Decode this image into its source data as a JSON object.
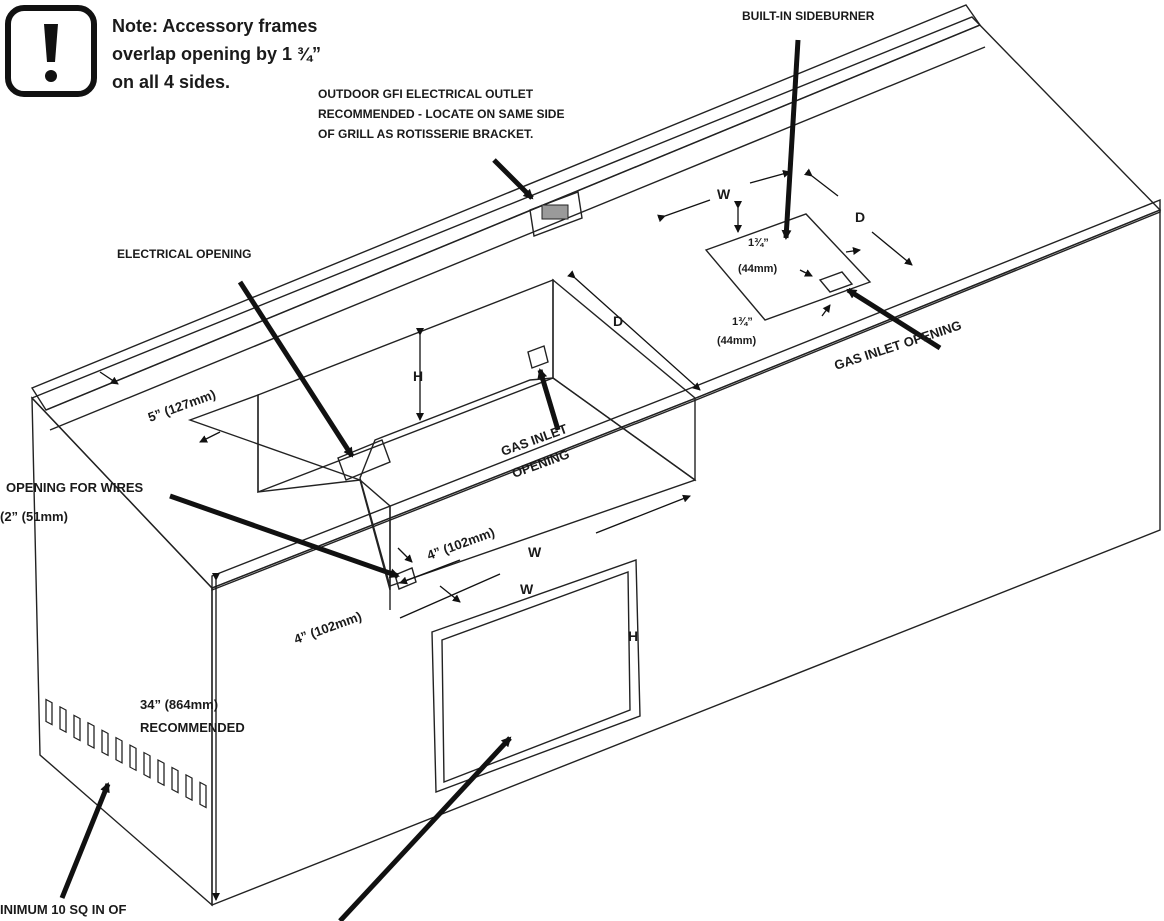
{
  "note": {
    "icon": "exclamation-icon",
    "line1": "Note: Accessory frames",
    "line2": "overlap opening by 1 ¾”",
    "line3": "on all 4 sides."
  },
  "labels": {
    "outlet_line1": "OUTDOOR GFI ELECTRICAL OUTLET",
    "outlet_line2": "RECOMMENDED - LOCATE ON SAME SIDE",
    "outlet_line3": "OF GRILL AS ROTISSERIE BRACKET.",
    "sideburner": "BUILT-IN SIDEBURNER",
    "electrical_opening": "ELECTRICAL OPENING",
    "gas_inlet_main_1": "GAS INLET",
    "gas_inlet_main_2": "OPENING",
    "gas_inlet_side": "GAS INLET OPENING",
    "wires_1": "OPENING FOR WIRES",
    "wires_2": "(2” (51mm)",
    "height_1": "34” (864mm)",
    "height_2": "RECOMMENDED",
    "vent": "INIMUM 10 SQ IN OF"
  },
  "dimensions": {
    "setback": "5” (127mm)",
    "grill_w": "W",
    "grill_d": "D",
    "grill_h": "H",
    "ledge_depth": "4” (102mm)",
    "ledge_side": "4” (102mm)",
    "door_w": "W",
    "door_h": "H",
    "burner_w": "W",
    "burner_d": "D",
    "burner_inset_a_1": "1¾”",
    "burner_inset_a_2": "(44mm)",
    "burner_inset_b_1": "1¾”",
    "burner_inset_b_2": "(44mm)"
  },
  "colors": {
    "counter": "#f7f7f7",
    "wall": "#fbfbfb",
    "recess": "#e4e4e4",
    "floor": "#c4c4c4",
    "door": "#c6c6c6",
    "line": "#222222"
  }
}
